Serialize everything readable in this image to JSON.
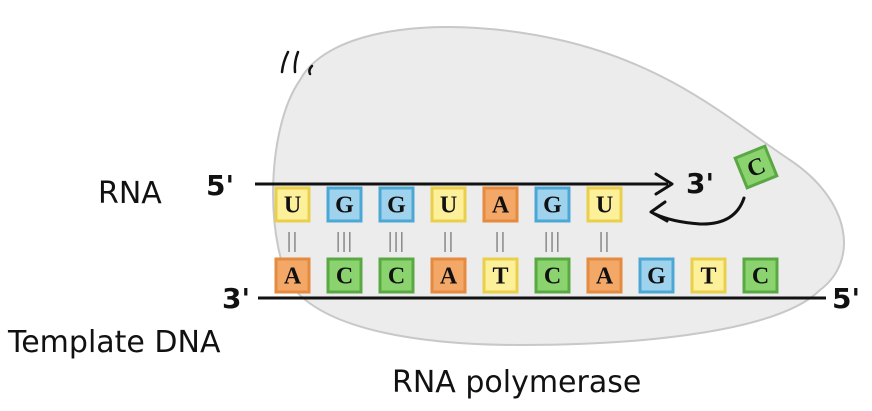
{
  "labels": {
    "rna": "RNA",
    "template_dna": "Template DNA",
    "rna_polymerase": "RNA polymerase",
    "rna_5prime": "5'",
    "rna_3prime": "3'",
    "dna_3prime": "3'",
    "dna_5prime": "5'"
  },
  "rna_bases": [
    "U",
    "G",
    "G",
    "U",
    "A",
    "G",
    "U"
  ],
  "dna_bases": [
    "A",
    "C",
    "C",
    "A",
    "T",
    "C",
    "A",
    "G",
    "T",
    "C"
  ],
  "bonds": [
    "||",
    "|||",
    "|||",
    "||",
    "||",
    "|||",
    "||"
  ],
  "incoming_base": "C",
  "colors": {
    "A": {
      "fill": "#f4a868",
      "stroke": "#e58a3e"
    },
    "C": {
      "fill": "#8ad36e",
      "stroke": "#5aa844"
    },
    "G": {
      "fill": "#9fd2ec",
      "stroke": "#4ba8d4"
    },
    "T": {
      "fill": "#fdf09a",
      "stroke": "#ead04a"
    },
    "U": {
      "fill": "#fdf09a",
      "stroke": "#ead04a"
    },
    "blob": "#ececec",
    "blob_stroke": "#c8c8c8",
    "line": "#111111",
    "bond": "#8c8c8c"
  }
}
